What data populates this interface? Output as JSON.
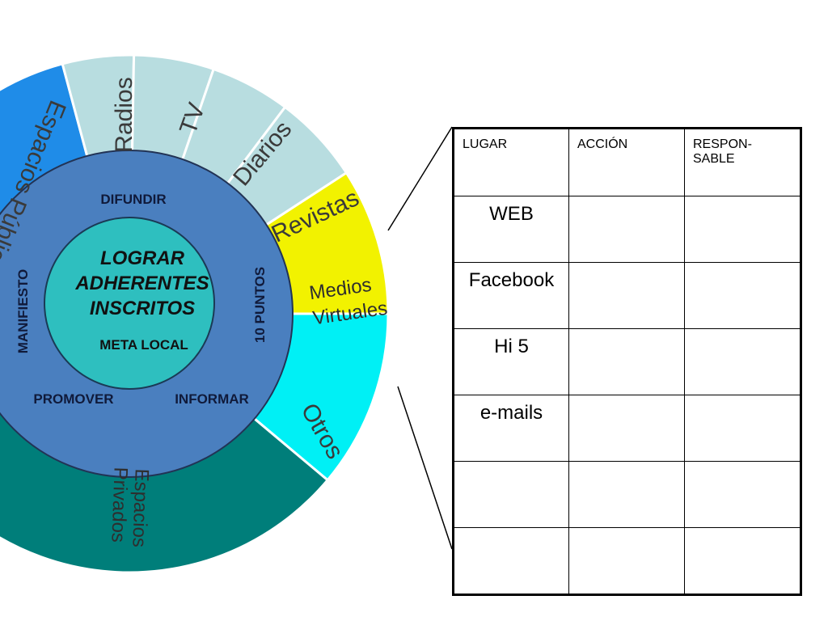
{
  "diagram": {
    "outer_segments": {
      "espacios_publicos": "Espacios Públicos",
      "radios": "Radios",
      "tv": "TV",
      "diarios": "Diarios",
      "revistas": "Revistas",
      "medios_virtuales_line1": "Medios",
      "medios_virtuales_line2": "Virtuales",
      "otros": "Otros",
      "espacios_privados_line1": "Espacios",
      "espacios_privados_line2": "Privados"
    },
    "ring_labels": {
      "top": "DIFUNDIR",
      "left": "MANIFIESTO",
      "right": "10 PUNTOS",
      "bottom_left": "PROMOVER",
      "bottom_right": "INFORMAR"
    },
    "center": {
      "line1": "LOGRAR",
      "line2": "ADHERENTES",
      "line3": "INSCRITOS",
      "sub": "META LOCAL"
    },
    "colors": {
      "blue_segment": "#1f8ce8",
      "light_segment": "#b8dde0",
      "medios_segment": "#f2f200",
      "otros_segment": "#00f0f5",
      "privados_segment": "#007e7a",
      "middle_ring": "#4a7fbf",
      "center_circle": "#2ebfbf"
    }
  },
  "table": {
    "headers": [
      "LUGAR",
      "ACCIÓN",
      "RESPON-\nSABLE"
    ],
    "rows": [
      [
        "WEB",
        "",
        ""
      ],
      [
        "Facebook",
        "",
        ""
      ],
      [
        "Hi 5",
        "",
        ""
      ],
      [
        "e-mails",
        "",
        ""
      ],
      [
        "",
        "",
        ""
      ],
      [
        "",
        "",
        ""
      ]
    ]
  }
}
